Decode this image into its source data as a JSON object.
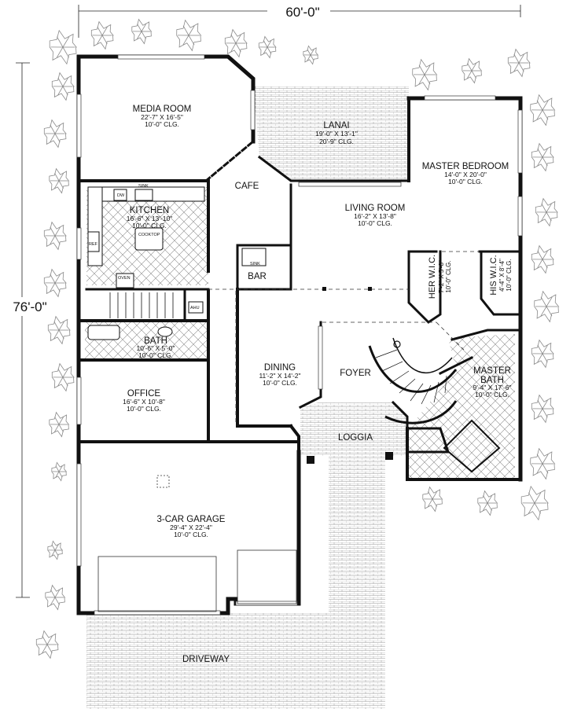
{
  "dimensions": {
    "width": "60'-0\"",
    "depth": "76'-0\""
  },
  "rooms": {
    "media": {
      "name": "MEDIA ROOM",
      "size": "22'-7\" X 16'-5\"",
      "ceiling": "10'-0\" CLG."
    },
    "lanai": {
      "name": "LANAI",
      "size": "19'-0\" X 13'-1\"",
      "ceiling": "20'-9\" CLG."
    },
    "master": {
      "name": "MASTER BEDROOM",
      "size": "14'-0\" X 20'-0\"",
      "ceiling": "10'-0\" CLG."
    },
    "cafe": {
      "name": "CAFE"
    },
    "kitchen": {
      "name": "KITCHEN",
      "size": "16'-6\" X 13'-10\"",
      "ceiling": "10'-0\" CLG."
    },
    "living": {
      "name": "LIVING ROOM",
      "size": "16'-2\" X 13'-8\"",
      "ceiling": "10'-0\" CLG."
    },
    "bar": {
      "name": "BAR"
    },
    "her_wic": {
      "name": "HER W.I.C.",
      "size": "7'-2\" X 5'-8\"",
      "ceiling": "10'-0\" CLG."
    },
    "his_wic": {
      "name": "HIS W.I.C.",
      "size": "4'-4\" X 8'-4\"",
      "ceiling": "10'-0\" CLG."
    },
    "bath": {
      "name": "BATH",
      "size": "10'-6\" X 5'-0\"",
      "ceiling": "10'-0\" CLG."
    },
    "dining": {
      "name": "DINING",
      "size": "11'-2\" X 14'-2\"",
      "ceiling": "10'-0\" CLG."
    },
    "foyer": {
      "name": "FOYER"
    },
    "master_bath": {
      "name": "MASTER",
      "name2": "BATH",
      "size": "9'-4\" X 17'-6\"",
      "ceiling": "10'-0\" CLG."
    },
    "office": {
      "name": "OFFICE",
      "size": "16'-6\" X 10'-8\"",
      "ceiling": "10'-0\" CLG."
    },
    "loggia": {
      "name": "LOGGIA"
    },
    "garage": {
      "name": "3-CAR GARAGE",
      "size": "29'-4\" X 22'-4\"",
      "ceiling": "10'-0\" CLG."
    },
    "driveway": {
      "name": "DRIVEWAY"
    }
  },
  "fixtures": {
    "dw": "DW",
    "sink": "SINK",
    "cooktop": "COOKTOP",
    "ref": "REF",
    "oven": "OVEN",
    "ahu": "AHU",
    "bar_sink": "SINK"
  },
  "colors": {
    "wall": "#111111",
    "line": "#222222",
    "hatch": "#9a9a9a",
    "foliage": "#8a8a8a"
  }
}
